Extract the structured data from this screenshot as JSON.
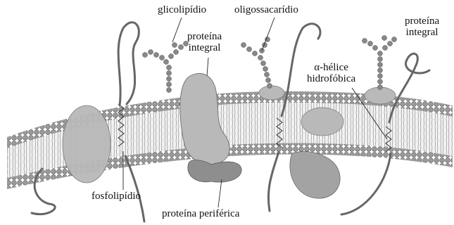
{
  "labels": {
    "glicolipidio": "glicolipídio",
    "oligossacaridio": "oligossacarídio",
    "proteina_integral_central": [
      "proteína",
      "integral"
    ],
    "proteina_integral_direita": [
      "proteína",
      "integral"
    ],
    "alfa_helice": [
      "α-hélice",
      "hidrofóbica"
    ],
    "fosfolipidio": "fosfolipídio",
    "proteina_periferica": "proteína periférica"
  },
  "colors": {
    "head": "#9a9a9a",
    "head_stroke": "#4a4a4a",
    "protein": "#b9b9b9",
    "protein_dark": "#8e8e8e",
    "tail": "#dcdcdc",
    "line": "#333333"
  }
}
